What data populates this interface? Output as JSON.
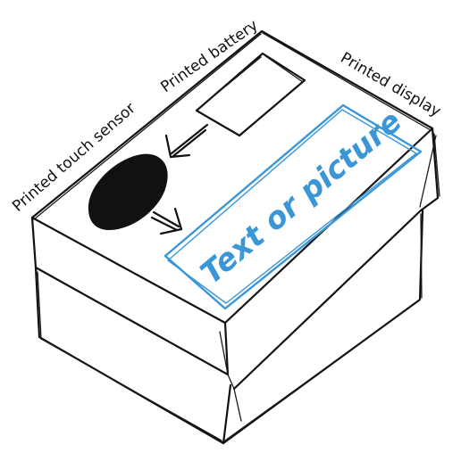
{
  "labels": {
    "battery": "Printed battery",
    "display": "Printed display",
    "touch_sensor": "Printed touch sensor"
  },
  "display_content": "Text or picture",
  "colors": {
    "ink": "#111111",
    "display_accent": "#3a96d6",
    "background": "#ffffff"
  }
}
